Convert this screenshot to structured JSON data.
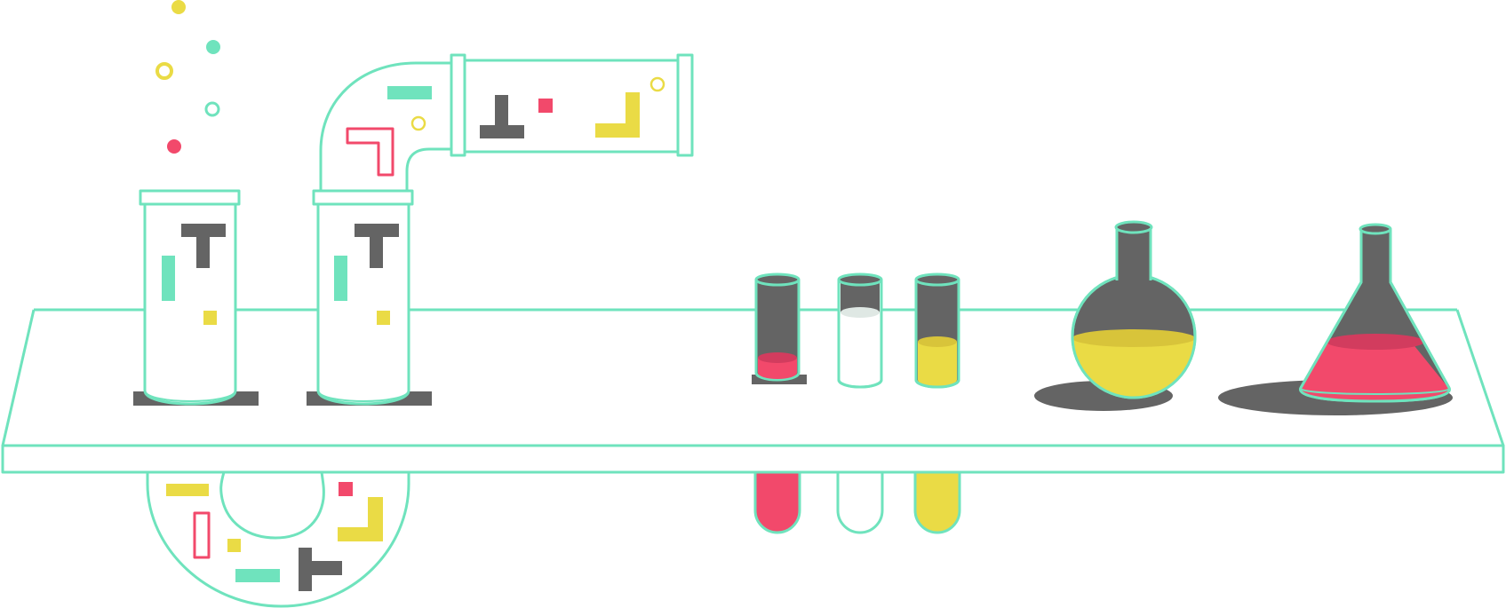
{
  "colors": {
    "outline": "#6FE3BD",
    "gray": "#646464",
    "red": "#F2496B",
    "red_dark": "#D23C5E",
    "yellow": "#EADB45",
    "yellow_dark": "#D8C43A",
    "light": "#DFE8E4",
    "background": "#FFFFFF"
  },
  "scene": {
    "subject": "laboratory-bench-illustration",
    "tubes_on_bench": [
      {
        "name": "red",
        "fill_level": 0.25
      },
      {
        "name": "empty",
        "fill_level": 0.7
      },
      {
        "name": "yellow",
        "fill_level": 0.45
      }
    ],
    "round_flask_fill_level": 0.55,
    "conical_flask_fill_level": 0.35
  }
}
